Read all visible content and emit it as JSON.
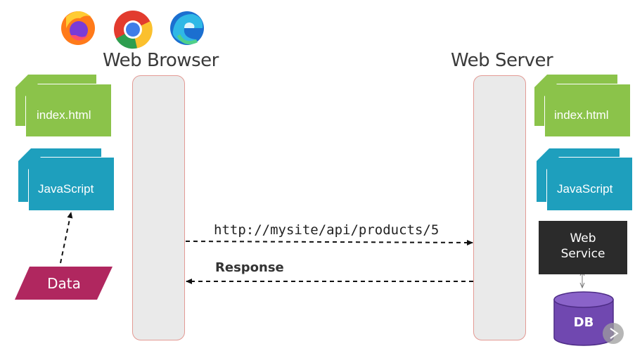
{
  "browser": {
    "title": "Web Browser",
    "icons": [
      "firefox-icon",
      "chrome-icon",
      "edge-icon"
    ],
    "files": [
      {
        "label": "index.html",
        "color": "#8bc34a"
      },
      {
        "label": "JavaScript",
        "color": "#1e9fbd"
      }
    ],
    "data_label": "Data"
  },
  "server": {
    "title": "Web Server",
    "files": [
      {
        "label": "index.html",
        "color": "#8bc34a"
      },
      {
        "label": "JavaScript",
        "color": "#1e9fbd"
      }
    ],
    "web_service_line1": "Web",
    "web_service_line2": "Service",
    "db_label": "DB"
  },
  "messages": {
    "request": "http://mysite/api/products/5",
    "response": "Response"
  },
  "colors": {
    "lifeline_fill": "#eaeaea",
    "lifeline_border": "#e39a94",
    "html_green": "#8bc34a",
    "js_blue": "#1e9fbd",
    "data_magenta": "#b0275f",
    "db_purple": "#7048b0",
    "web_service_dark": "#2b2b2b"
  }
}
